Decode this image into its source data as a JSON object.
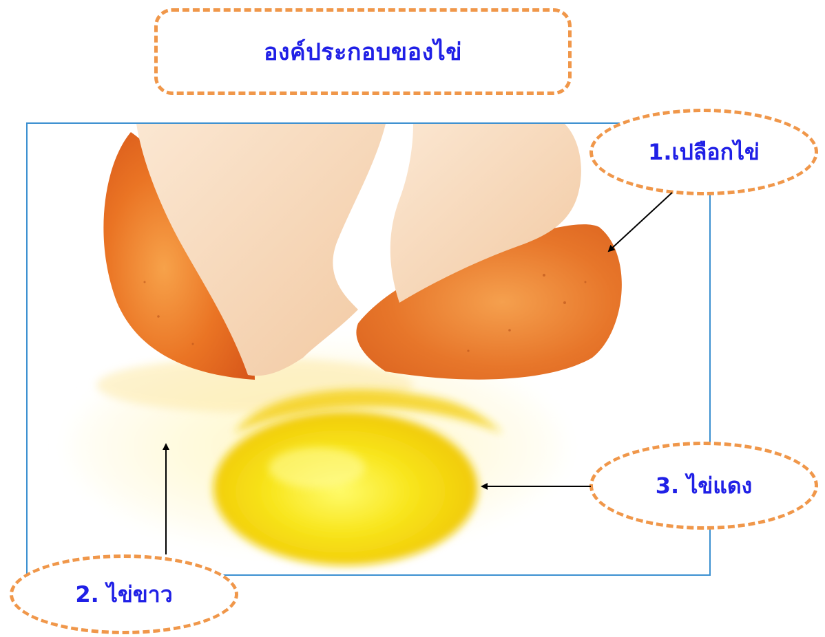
{
  "title": "องค์ประกอบของไข่",
  "labels": {
    "shell": "1.เปลือกไข่",
    "white": "2. ไข่ขาว",
    "yolk": "3. ไข่แดง"
  },
  "colors": {
    "label_text": "#2020e6",
    "dashed_border": "#f0974a",
    "frame_border": "#3a8fd0",
    "arrow": "#000000",
    "shell_orange": "#e8702a",
    "yolk_yellow": "#f5d20a"
  },
  "image": {
    "subject": "cracked-egg-photo"
  }
}
